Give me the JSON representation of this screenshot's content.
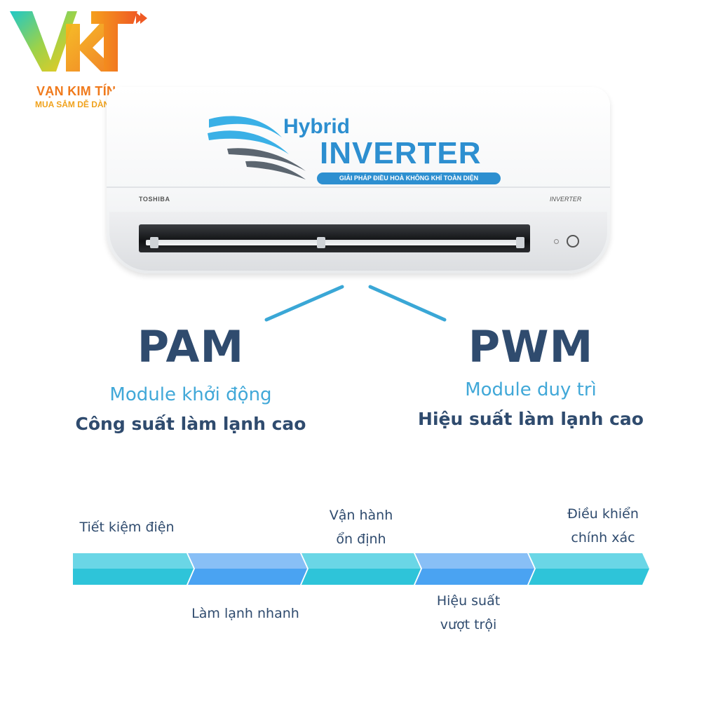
{
  "logo": {
    "monogram": "VKT",
    "name": "VẠN KIM TÍN",
    "tagline": "MUA SẮM DỄ DÀNG"
  },
  "product": {
    "brand": "TOSHIBA",
    "model_label": "INVERTER",
    "badge": {
      "hybrid": "Hybrid",
      "inverter": "INVERTER",
      "subtitle": "GIẢI PHÁP ĐIỀU HOÀ KHÔNG KHÍ TOÀN DIỆN"
    }
  },
  "modules": {
    "pam": {
      "title": "PAM",
      "subtitle": "Module khởi động",
      "description": "Công suất làm lạnh cao"
    },
    "pwm": {
      "title": "PWM",
      "subtitle": "Module duy trì",
      "description": "Hiệu suất làm lạnh cao"
    }
  },
  "features": [
    {
      "label": "Tiết kiệm điện"
    },
    {
      "label": "Làm lạnh nhanh"
    },
    {
      "label": "Vận hành\nổn định"
    },
    {
      "label": "Hiệu suất\nvượt trội"
    },
    {
      "label": "Điều khiển\nchính xác"
    }
  ],
  "colors": {
    "heading": "#2f4b6e",
    "accent": "#41a8d8",
    "badge_blue": "#2d8fd0",
    "logo_orange": "#f07a1c",
    "segment_cyan": "#2ec4d9",
    "segment_blue": "#4aa3f2"
  }
}
